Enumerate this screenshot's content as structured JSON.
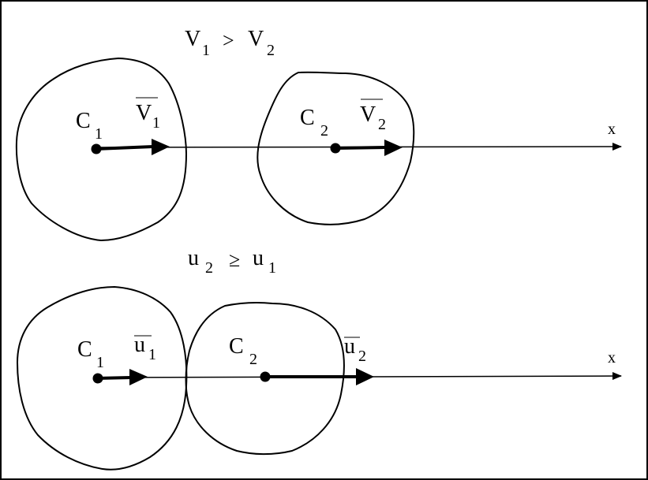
{
  "colors": {
    "stroke": "#000000",
    "background": "#ffffff"
  },
  "upper": {
    "relation": {
      "left": "V",
      "left_sub": "1",
      "operator": ">",
      "right": "V",
      "right_sub": "2"
    },
    "axis_label": "x",
    "body1": {
      "label": "C",
      "sub": "1",
      "vector": "V",
      "vector_sub": "1"
    },
    "body2": {
      "label": "C",
      "sub": "2",
      "vector": "V",
      "vector_sub": "2"
    }
  },
  "lower": {
    "relation": {
      "left": "u",
      "left_sub": "2",
      "operator": "≥",
      "right": "u",
      "right_sub": "1"
    },
    "axis_label": "x",
    "body1": {
      "label": "C",
      "sub": "1",
      "vector": "u",
      "vector_sub": "1"
    },
    "body2": {
      "label": "C",
      "sub": "2",
      "vector": "u",
      "vector_sub": "2"
    }
  }
}
